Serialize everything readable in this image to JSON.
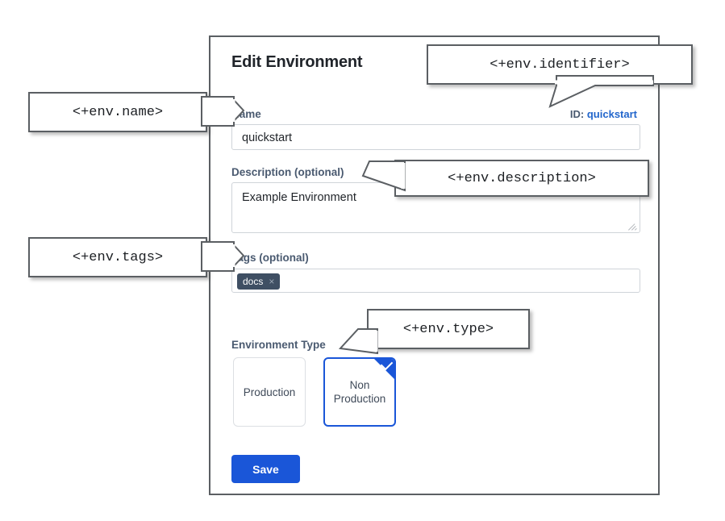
{
  "form": {
    "title": "Edit Environment",
    "id_prefix": "ID:",
    "id_value": "quickstart",
    "name_label": "Name",
    "name_value": "quickstart",
    "description_label": "Description (optional)",
    "description_value": "Example Environment",
    "tags_label": "Tags (optional)",
    "tags": [
      {
        "label": "docs",
        "remove_icon": "×"
      }
    ],
    "type_label": "Environment Type",
    "type_options": [
      {
        "label": "Production",
        "selected": false
      },
      {
        "label": "Non Production",
        "label_line1": "Non",
        "label_line2": "Production",
        "selected": true
      }
    ],
    "save_label": "Save"
  },
  "callouts": {
    "name": "<+env.name>",
    "identifier": "<+env.identifier>",
    "description": "<+env.description>",
    "tags": "<+env.tags>",
    "type": "<+env.type>"
  },
  "colors": {
    "accent_blue": "#1a56d8",
    "link_blue": "#2266cc",
    "label_gray": "#4a5a70",
    "chip_bg": "#3f4f63",
    "panel_border": "#5b5f63"
  }
}
